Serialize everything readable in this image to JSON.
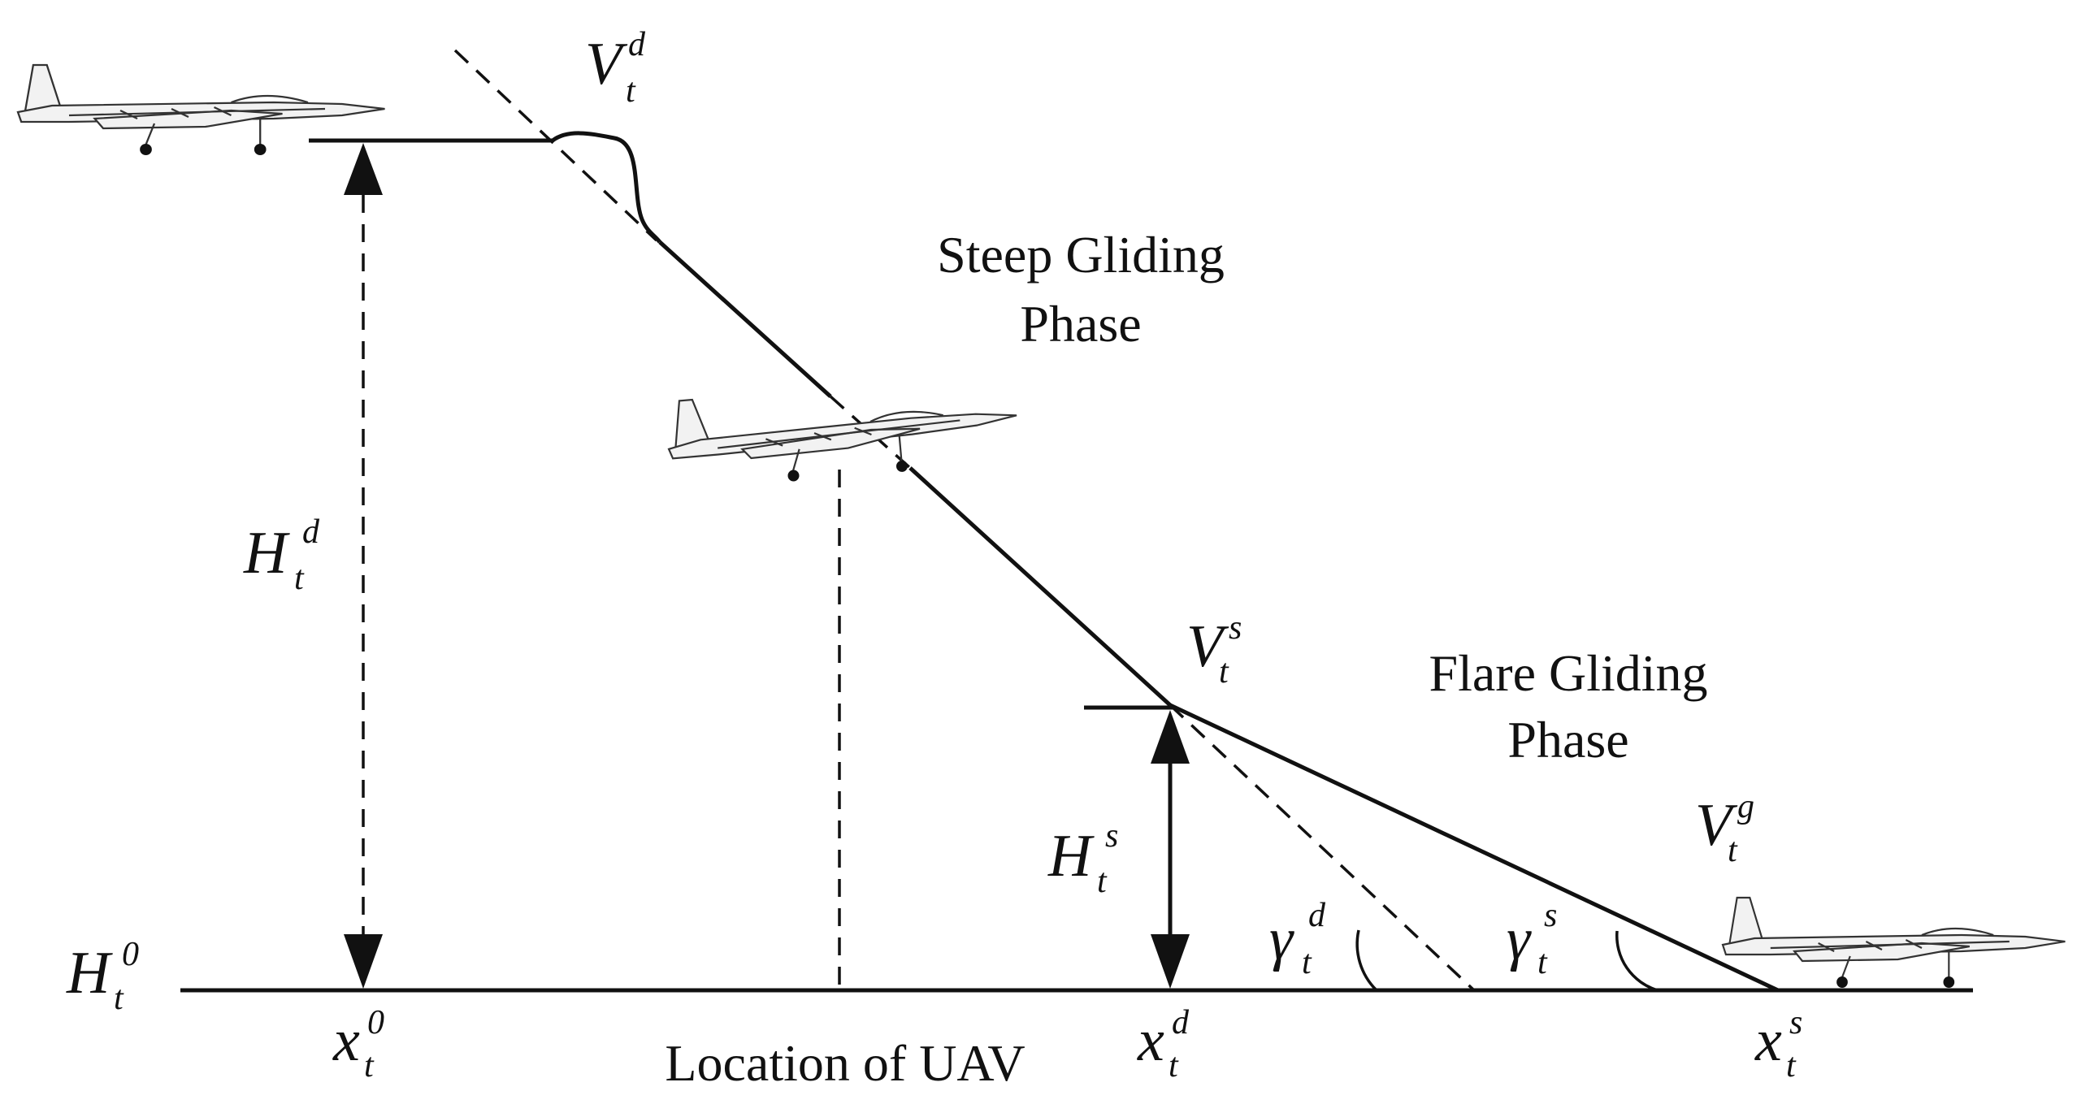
{
  "phase_labels": {
    "steep_line1": "Steep Gliding",
    "steep_line2": "Phase",
    "flare_line1": "Flare Gliding",
    "flare_line2": "Phase"
  },
  "axis_label": "Location of UAV",
  "symbols": {
    "V_d": {
      "base": "V",
      "sub": "t",
      "sup": "d"
    },
    "V_s": {
      "base": "V",
      "sub": "t",
      "sup": "s"
    },
    "V_g": {
      "base": "V",
      "sub": "t",
      "sup": "g"
    },
    "H_d": {
      "base": "H",
      "sub": "t",
      "sup": "d"
    },
    "H_s": {
      "base": "H",
      "sub": "t",
      "sup": "s"
    },
    "H_0": {
      "base": "H",
      "sub": "t",
      "sup": "0"
    },
    "x_0": {
      "base": "x",
      "sub": "t",
      "sup": "0"
    },
    "x_d": {
      "base": "x",
      "sub": "t",
      "sup": "d"
    },
    "x_s": {
      "base": "x",
      "sub": "t",
      "sup": "s"
    },
    "gamma_d": {
      "base": "γ",
      "sub": "t",
      "sup": "d"
    },
    "gamma_s": {
      "base": "γ",
      "sub": "t",
      "sup": "s"
    }
  },
  "icons": [
    "uav-aircraft-icon"
  ]
}
